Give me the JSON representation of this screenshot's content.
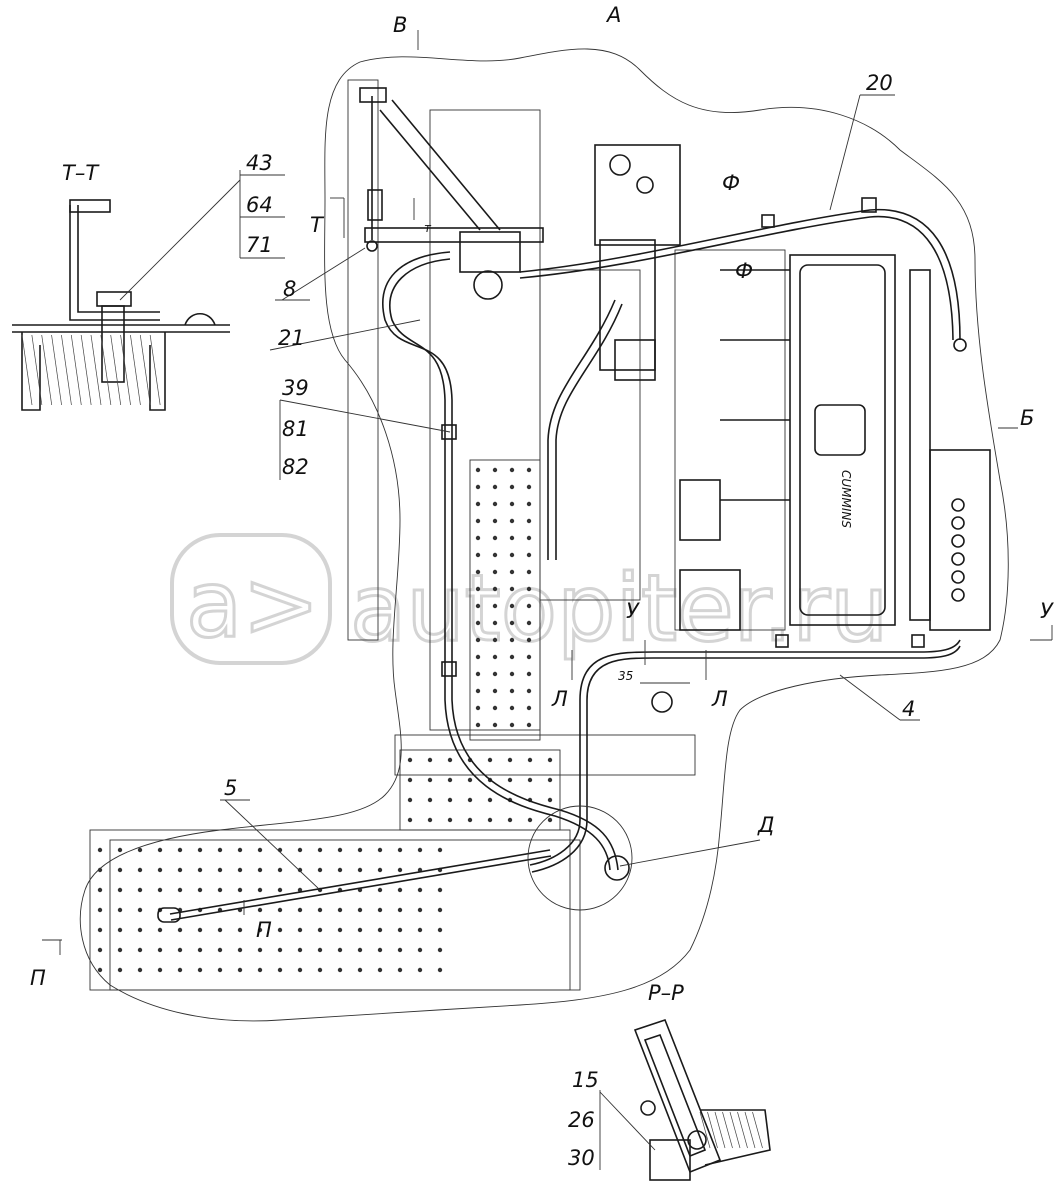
{
  "watermark": {
    "text": "autopiter.ru",
    "logo_glyph": "a>"
  },
  "views": {
    "t_section_title": "Т–Т",
    "p_section_title": "Р–Р"
  },
  "view_letters": {
    "a": "А",
    "b": "Б",
    "v": "В",
    "d": "Д",
    "t_mark": "Т",
    "t_mark_small": "т",
    "f_top": "Ф",
    "f_mid": "Ф",
    "u_left": "У",
    "u_right": "У",
    "l_left": "Л",
    "l_right": "Л",
    "p_mid": "П",
    "p_left": "П"
  },
  "dimension": {
    "value": "35"
  },
  "callouts": {
    "c43": "43",
    "c64": "64",
    "c71": "71",
    "c8": "8",
    "c21": "21",
    "c39": "39",
    "c81": "81",
    "c82": "82",
    "c20": "20",
    "c4": "4",
    "c5": "5",
    "c15": "15",
    "c26": "26",
    "c30": "30"
  },
  "engine_text": "CUMMINS"
}
